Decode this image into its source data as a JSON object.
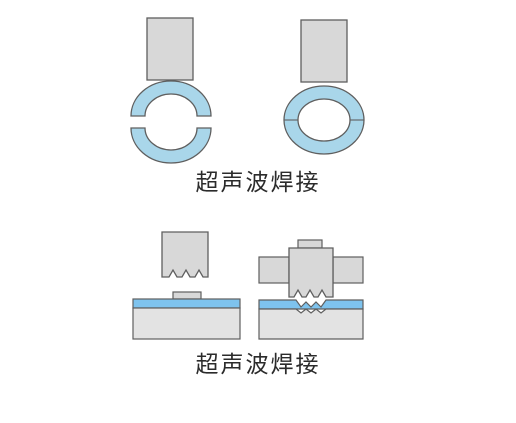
{
  "captions": {
    "top": "超声波焊接",
    "bottom": "超声波焊接"
  },
  "colors": {
    "horn_fill": "#d8d8d8",
    "outline": "#5f5f5f",
    "ring_fill": "#a9d6ea",
    "weld_layer": "#7ec3ee",
    "base_fill": "#e3e3e3",
    "background": "#ffffff"
  },
  "diagrams": [
    {
      "name": "ring-welding-before",
      "state": "separated halves"
    },
    {
      "name": "ring-welding-after",
      "state": "joined ring"
    },
    {
      "name": "lap-welding-before",
      "state": "horn above stacked plates"
    },
    {
      "name": "lap-welding-after",
      "state": "horn pressed into plates"
    }
  ]
}
